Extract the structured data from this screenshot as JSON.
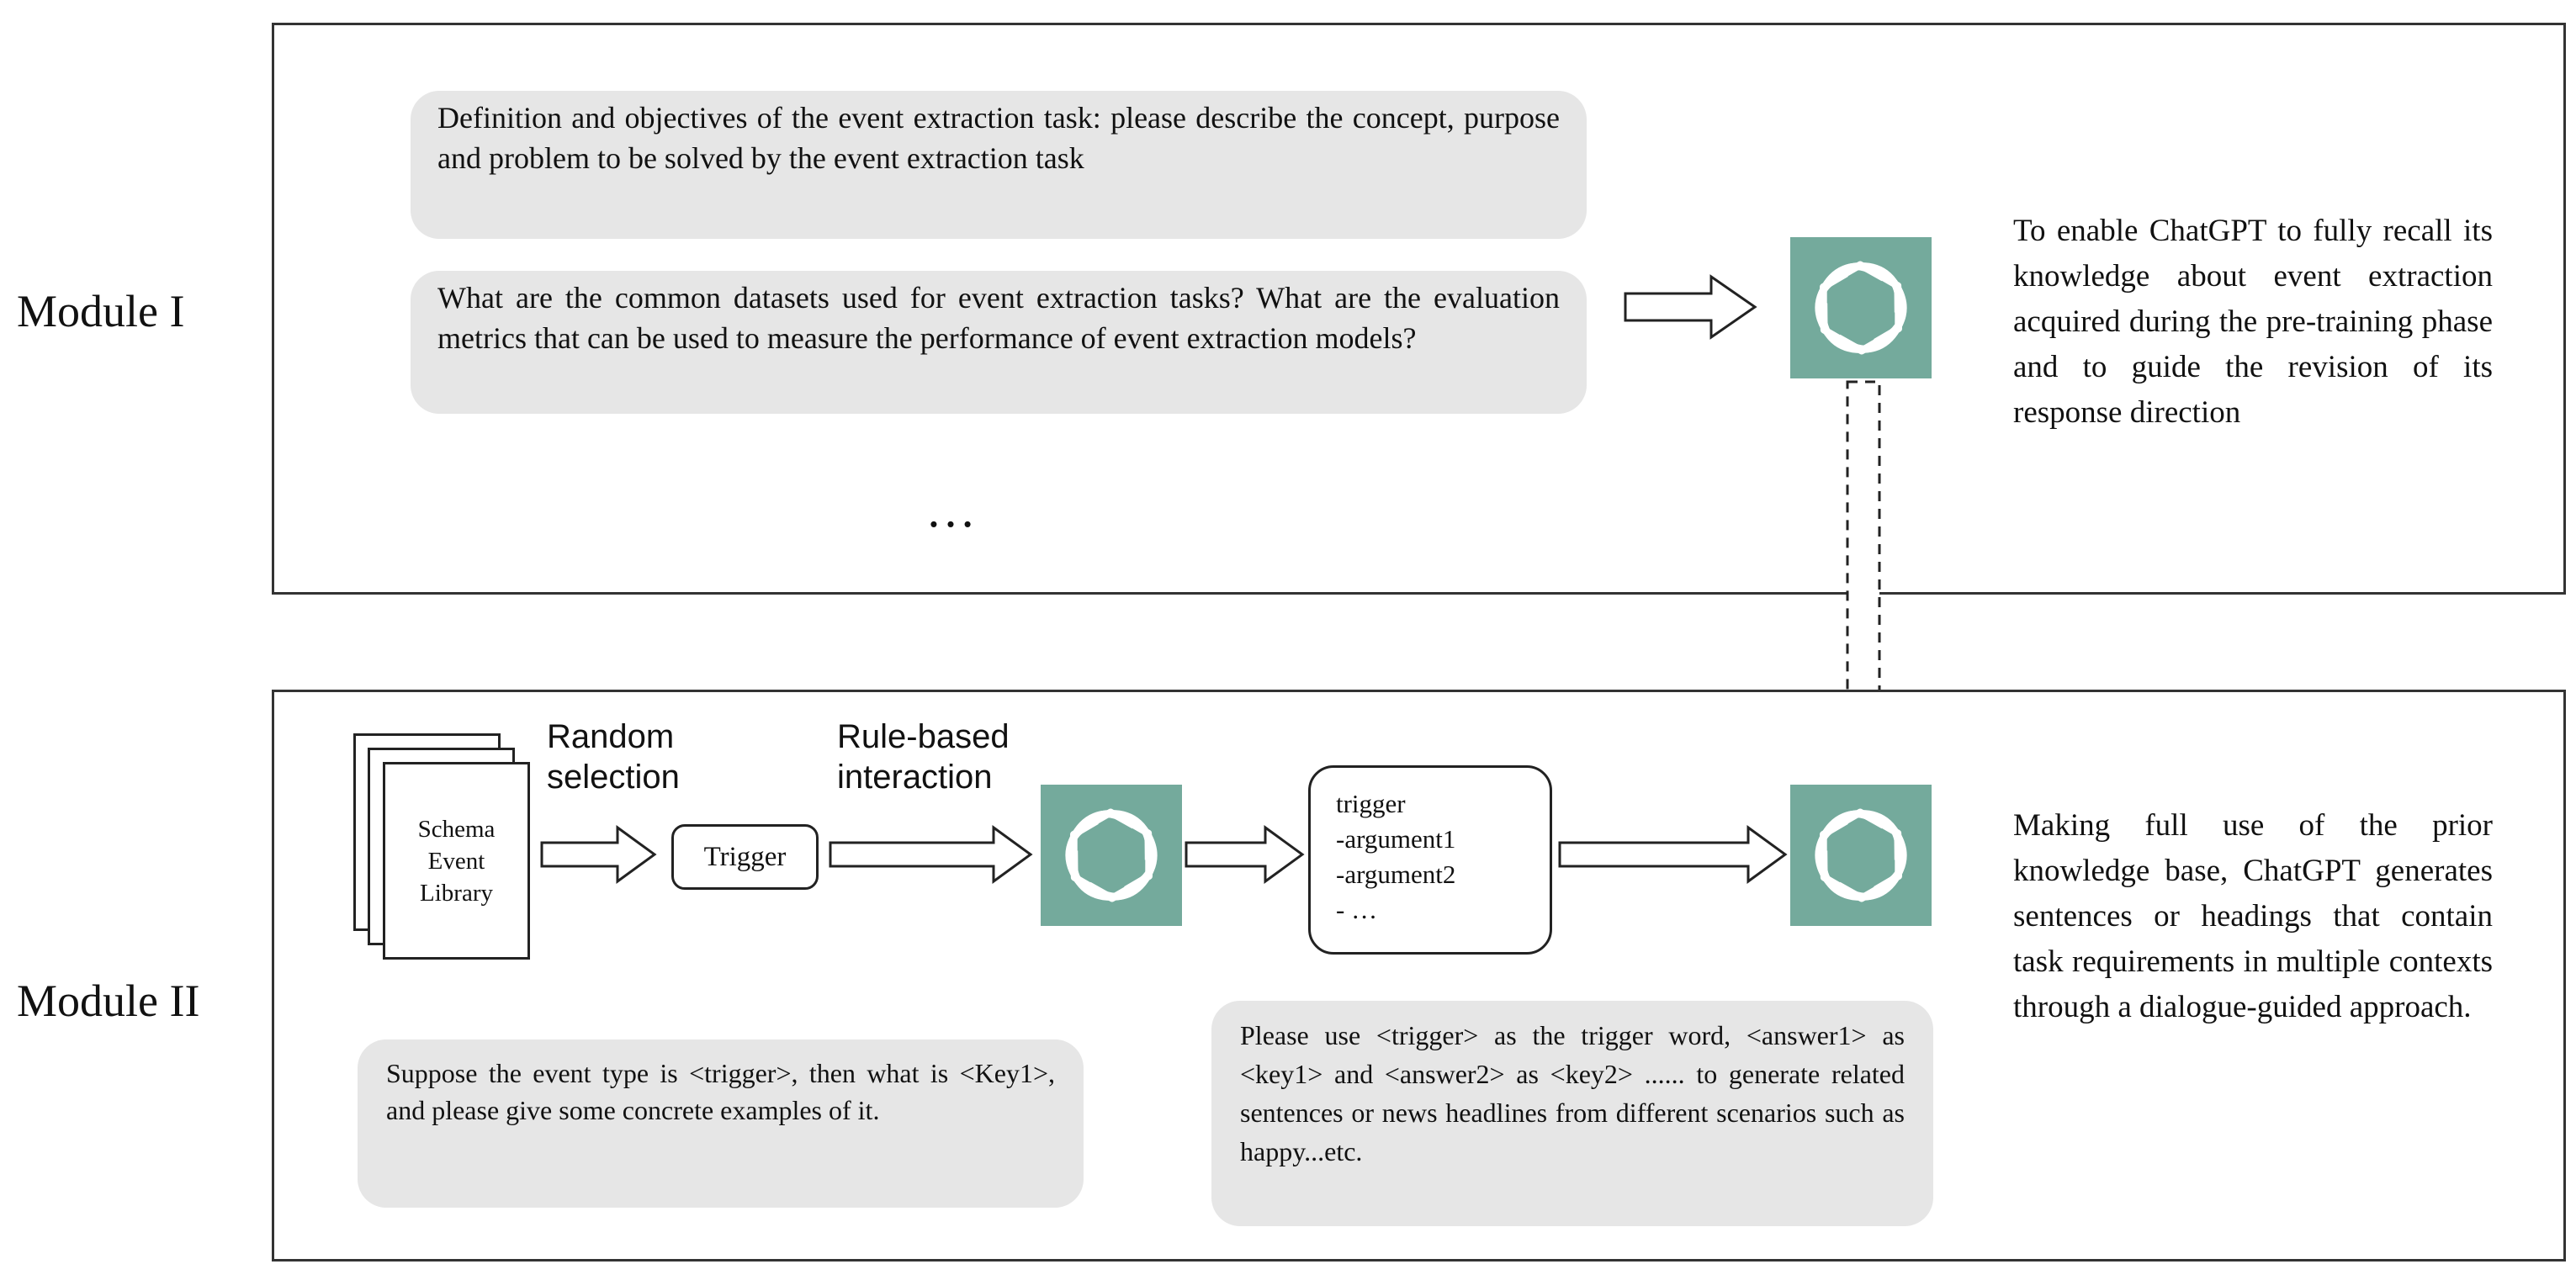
{
  "module1": {
    "label": "Module I",
    "prompt1": "Definition and objectives of the event extraction task: please describe the concept, purpose and problem to be solved by the event extraction task",
    "prompt2": "What are the common datasets used for event extraction tasks? What are the evaluation metrics that can be used to measure the performance of event extraction models?",
    "ellipsis": "…",
    "side_text": "To enable ChatGPT to fully recall its knowledge about event extraction acquired during the pre-training phase and to guide the revision of its response direction"
  },
  "module2": {
    "label": "Module II",
    "library_line1": "Schema",
    "library_line2": "Event",
    "library_line3": "Library",
    "random_selection_line1": "Random",
    "random_selection_line2": "selection",
    "trigger_box": "Trigger",
    "rule_based_line1": "Rule-based",
    "rule_based_line2": "interaction",
    "args": [
      "trigger",
      "-argument1",
      "-argument2",
      "- …"
    ],
    "prompt_left": "Suppose the event type is <trigger>, then what is <Key1>, and please give some concrete examples of it.",
    "prompt_right": "Please use <trigger> as the trigger word, <answer1> as <key1> and <answer2> as <key2> ...... to generate related sentences or news headlines from different scenarios such as happy...etc.",
    "side_text": "Making full use of the prior knowledge base, ChatGPT generates sentences or headings that contain task requirements in multiple contexts through a dialogue-guided approach."
  },
  "colors": {
    "chatgpt_green": "#74aa9c",
    "prompt_gray": "#e6e6e6"
  },
  "icons": [
    "chatgpt-logo-icon",
    "hollow-arrow-icon",
    "dashed-arrow-icon",
    "document-stack-icon"
  ]
}
